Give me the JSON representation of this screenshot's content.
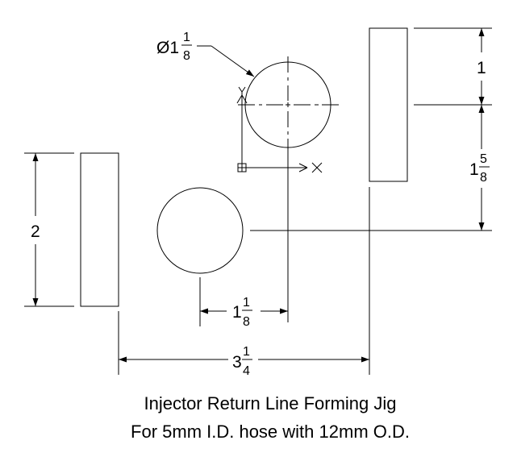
{
  "diagram": {
    "dimensions": {
      "diameter": {
        "prefix": "Ø1",
        "numerator": "1",
        "denominator": "8"
      },
      "left_height": {
        "value": "2"
      },
      "right_upper": {
        "value": "1"
      },
      "right_lower": {
        "whole": "1",
        "numerator": "5",
        "denominator": "8"
      },
      "hole_spacing": {
        "whole": "1",
        "numerator": "1",
        "denominator": "8"
      },
      "overall_width": {
        "whole": "3",
        "numerator": "1",
        "denominator": "4"
      }
    },
    "ucs_labels": {
      "x_axis": "X",
      "y_axis": "Y"
    },
    "title": {
      "line1": "Injector Return Line Forming Jig",
      "line2": "For 5mm I.D. hose with 12mm O.D."
    }
  }
}
